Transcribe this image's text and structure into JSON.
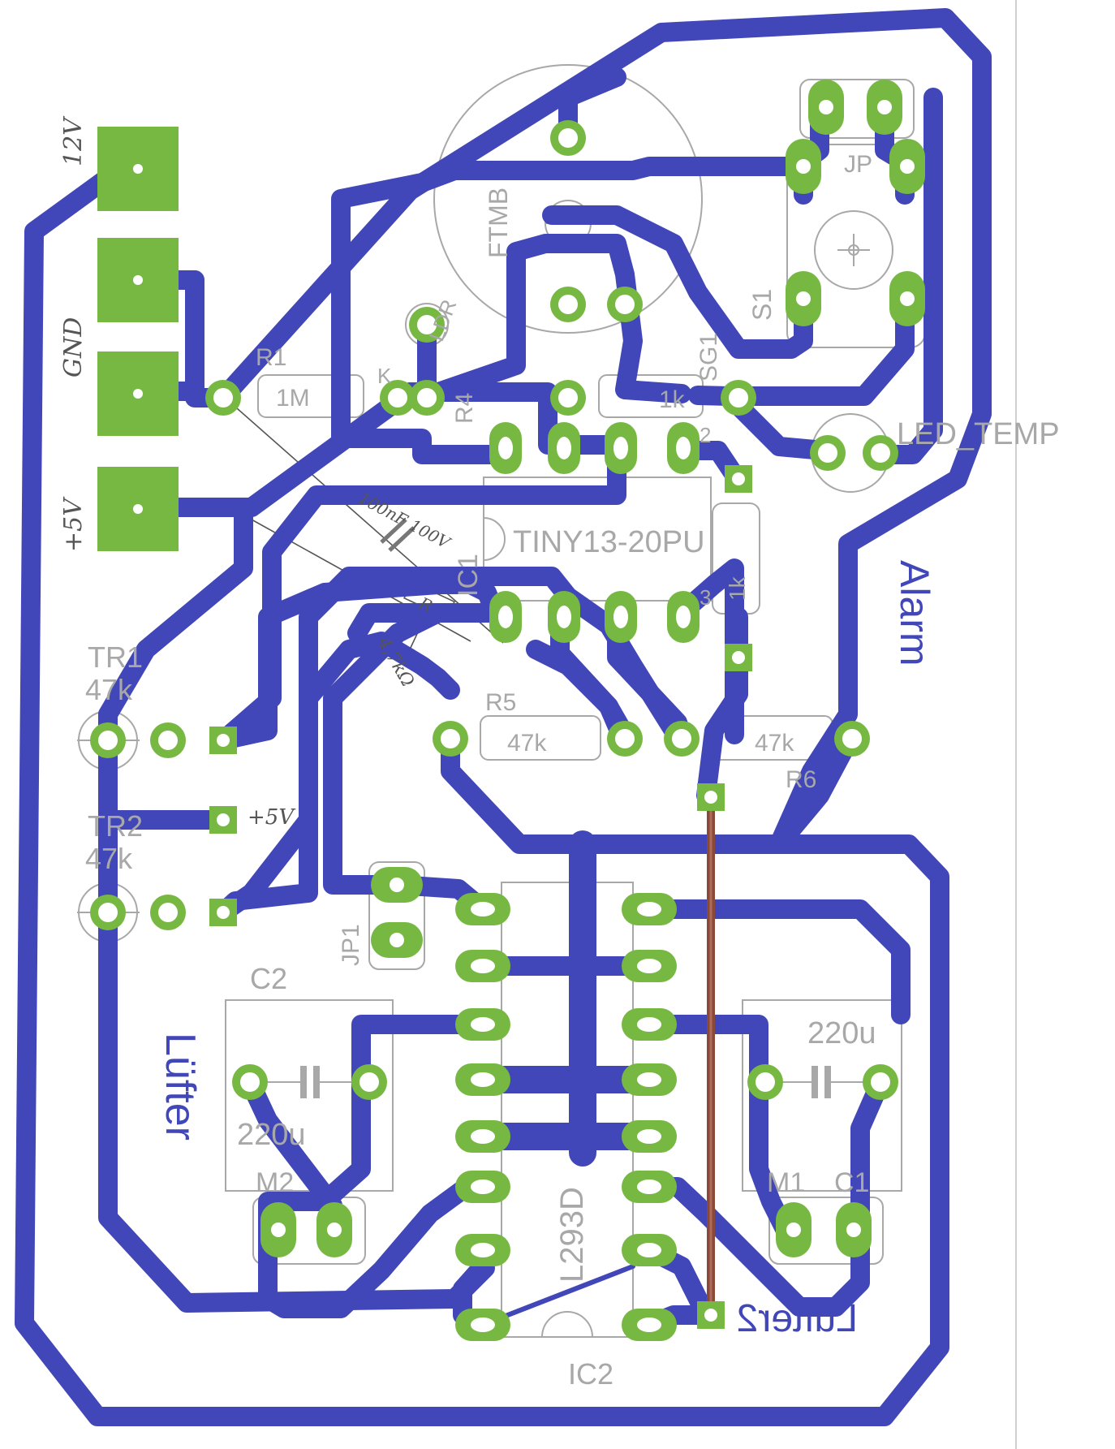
{
  "colors": {
    "trace": "#4146b8",
    "pad": "#77b843",
    "pad_hole": "#ffffff",
    "silkscreen": "#a8a8a8",
    "wire_bridge": "#8a4a3a",
    "handwriting": "#555555",
    "background": "#ffffff"
  },
  "power_labels": {
    "v12": "12V",
    "gnd": "GND",
    "v5": "+5V"
  },
  "components": {
    "r1": {
      "ref": "R1",
      "value": "1M"
    },
    "r4": "R4",
    "r4_pin": "K",
    "ldr": "LDR",
    "buzzer": "FTMB",
    "sg1": {
      "ref": "SG1",
      "value": "1k"
    },
    "led_temp": "LED_TEMP",
    "jp": "JP",
    "s1": "S1",
    "ic1": {
      "ref": "IC1",
      "value": "TINY13-20PU",
      "pin_top": "2",
      "pin_bottom": "3"
    },
    "r_vertical": "1k",
    "tr1": {
      "ref": "TR1",
      "value": "47k"
    },
    "tr2": {
      "ref": "TR2",
      "value": "47k"
    },
    "tr2_pin_label": "+5V",
    "r5": {
      "ref": "R5",
      "value": "47k"
    },
    "r6": {
      "ref": "R6",
      "value": "47k"
    },
    "jp1": "JP1",
    "c2": {
      "ref": "C2",
      "value": "220u"
    },
    "c1": {
      "ref": "C1",
      "value": "220u"
    },
    "m1": "M1",
    "m2": "M2",
    "ic2": {
      "ref": "IC2",
      "value": "L293D"
    }
  },
  "handwritten": {
    "cap": "100nF 100V",
    "res": "R",
    "res_value": "4,7kΩ"
  },
  "copper_text": {
    "alarm": "Alarm",
    "luefter1": "Lüfter",
    "luefter2": "Lüfter2"
  },
  "icons": {
    "power_pad": "square-pad-icon",
    "via": "via-icon",
    "oblong_pad": "oblong-pad-icon",
    "trim_pot": "trim-pot-icon",
    "push_switch": "push-switch-icon",
    "ldr": "ldr-icon",
    "led": "led-icon"
  }
}
